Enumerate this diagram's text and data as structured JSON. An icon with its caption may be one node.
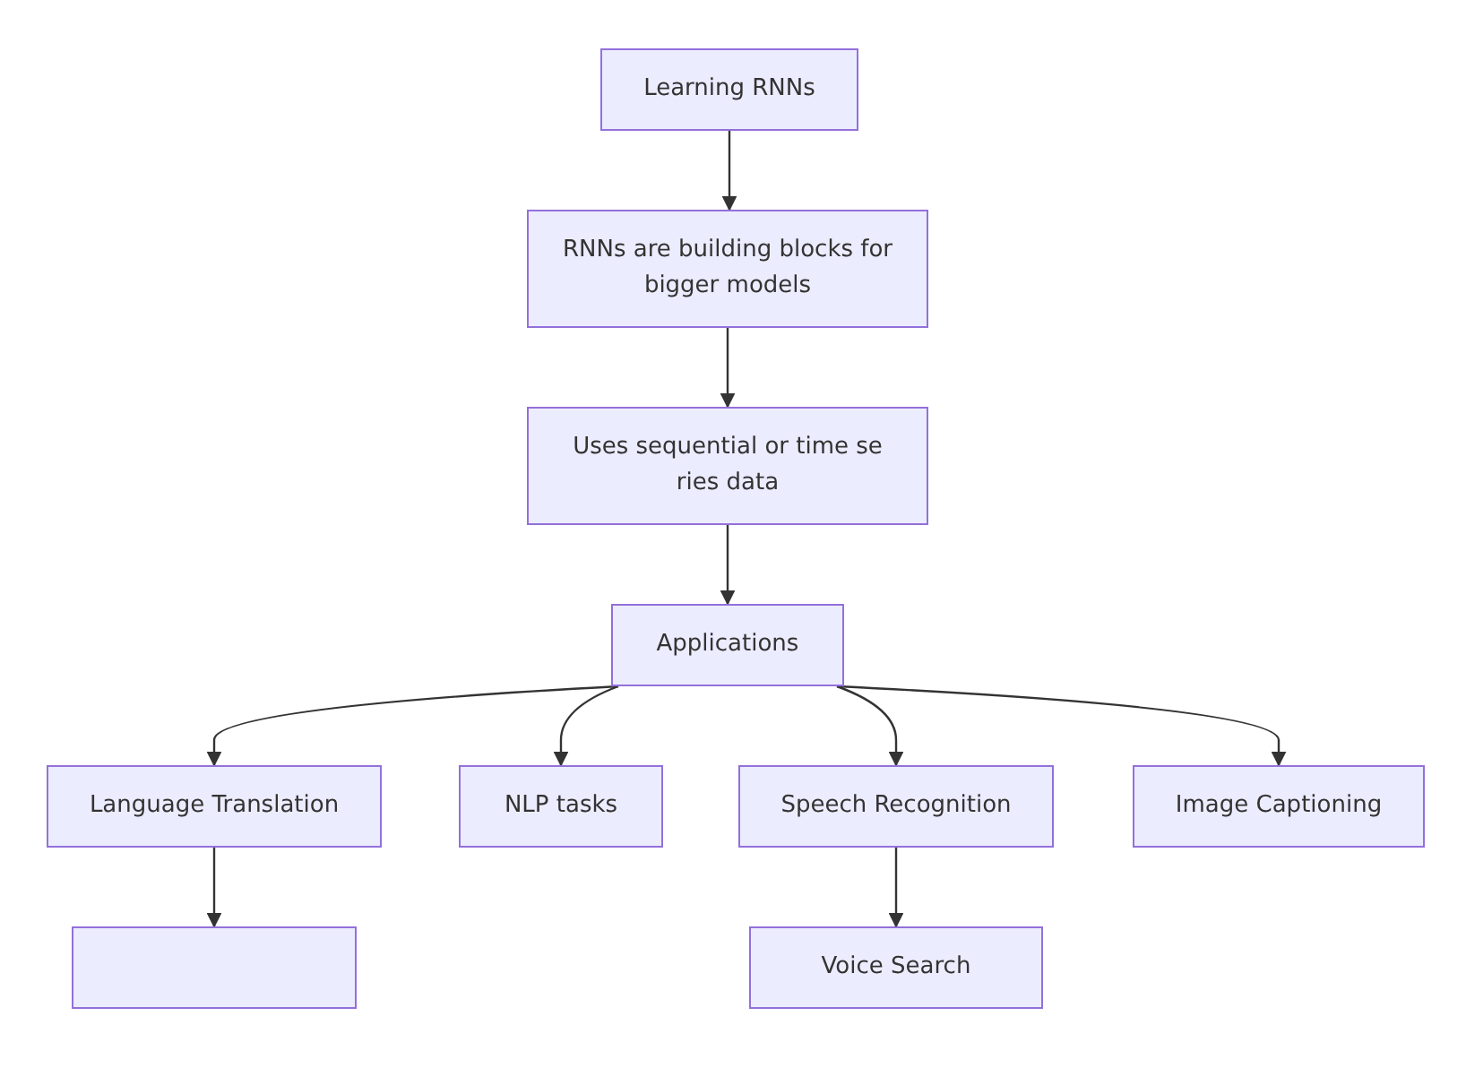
{
  "diagram": {
    "nodes": [
      {
        "text": [
          "Learning RNNs"
        ]
      },
      {
        "text": [
          "RNNs are building blocks for bigger models"
        ]
      },
      {
        "text": [
          "Uses sequential or time se ries data"
        ]
      },
      {
        "text": [
          "Applications"
        ]
      },
      {
        "text": [
          "Language Translation"
        ]
      },
      {
        "text": [
          "NLP tasks"
        ]
      },
      {
        "text": [
          "Speech Recognition"
        ]
      },
      {
        "text": [
          "Image Captioning"
        ]
      },
      {
        "text": [],
        "shape": "box"
      },
      {
        "text": [
          "Voice Search"
        ]
      }
    ],
    "edges": [
      {
        "from": 0,
        "to": 1,
        "arrow": "to"
      },
      {
        "from": 1,
        "to": 2,
        "arrow": "to"
      },
      {
        "from": 2,
        "to": 3,
        "arrow": "to"
      },
      {
        "from": 3,
        "to": 4,
        "arrow": "to"
      },
      {
        "from": 3,
        "to": 5,
        "arrow": "to"
      },
      {
        "from": 3,
        "to": 6,
        "arrow": "to"
      },
      {
        "from": 3,
        "to": 7,
        "arrow": "to"
      },
      {
        "from": 4,
        "to": 8,
        "arrow": "to"
      },
      {
        "from": 6,
        "to": 9,
        "arrow": "to"
      }
    ]
  }
}
